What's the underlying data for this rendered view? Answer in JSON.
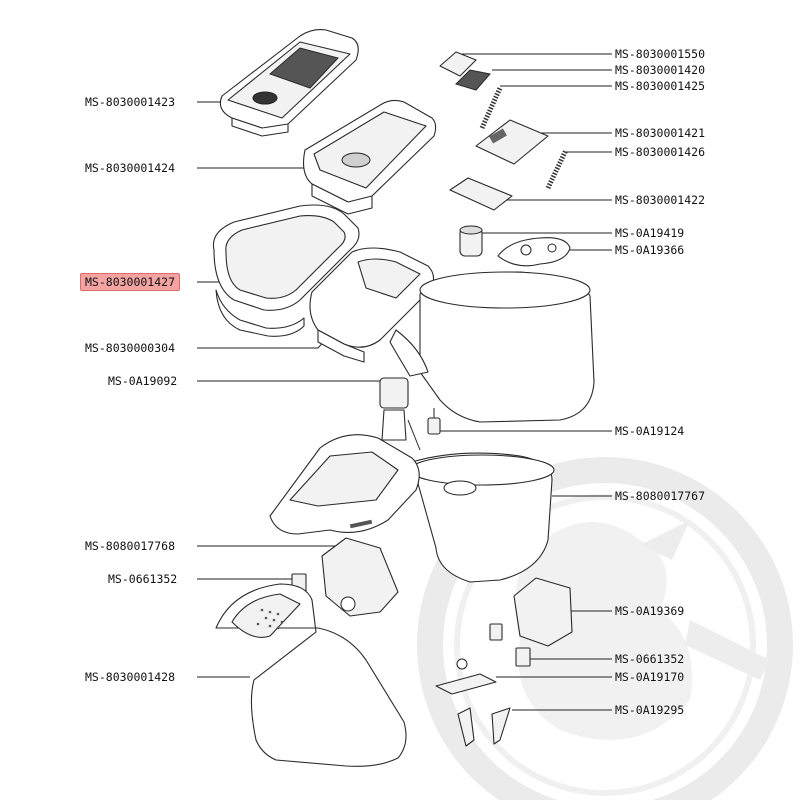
{
  "labels_left": [
    {
      "id": "lbl-1423",
      "text": "MS-8030001423"
    },
    {
      "id": "lbl-1424",
      "text": "MS-8030001424"
    },
    {
      "id": "lbl-1427",
      "text": "MS-8030001427",
      "highlighted": true
    },
    {
      "id": "lbl-0304",
      "text": "MS-8030000304"
    },
    {
      "id": "lbl-9092",
      "text": "MS-0A19092"
    },
    {
      "id": "lbl-7768",
      "text": "MS-8080017768"
    },
    {
      "id": "lbl-1352a",
      "text": "MS-0661352"
    },
    {
      "id": "lbl-1428",
      "text": "MS-8030001428"
    }
  ],
  "labels_right": [
    {
      "id": "lbl-1550",
      "text": "MS-8030001550"
    },
    {
      "id": "lbl-1420",
      "text": "MS-8030001420"
    },
    {
      "id": "lbl-1425",
      "text": "MS-8030001425"
    },
    {
      "id": "lbl-1421",
      "text": "MS-8030001421"
    },
    {
      "id": "lbl-1426",
      "text": "MS-8030001426"
    },
    {
      "id": "lbl-1422",
      "text": "MS-8030001422"
    },
    {
      "id": "lbl-9419",
      "text": "MS-0A19419"
    },
    {
      "id": "lbl-9366",
      "text": "MS-0A19366"
    },
    {
      "id": "lbl-9124",
      "text": "MS-0A19124"
    },
    {
      "id": "lbl-7767",
      "text": "MS-8080017767"
    },
    {
      "id": "lbl-9369",
      "text": "MS-0A19369"
    },
    {
      "id": "lbl-1352b",
      "text": "MS-0661352"
    },
    {
      "id": "lbl-9170",
      "text": "MS-0A19170"
    },
    {
      "id": "lbl-9295",
      "text": "MS-0A19295"
    }
  ],
  "colors": {
    "highlight_fill": "#f4a3a3",
    "highlight_border": "#e06a6a",
    "line": "#222222",
    "watermark": "#e6e6e6"
  }
}
